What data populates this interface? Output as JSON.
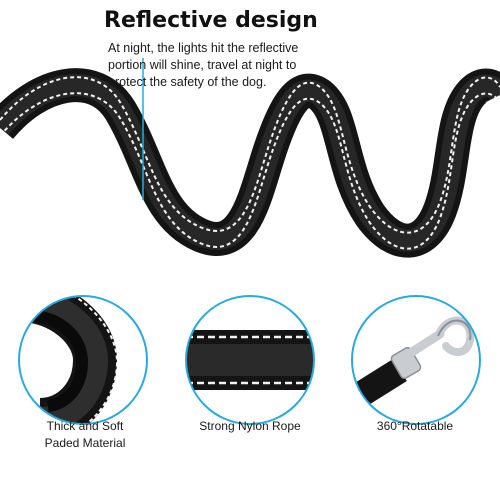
{
  "heading": {
    "title": "Reflective design",
    "description_lines": [
      "At night, the lights hit the reflective",
      "portion will shine, travel at night to",
      "protect the safety of the dog."
    ]
  },
  "features": [
    {
      "caption_lines": [
        "Thick and Soft",
        "Paded Material"
      ]
    },
    {
      "caption_lines": [
        "Strong Nylon Rope"
      ]
    },
    {
      "caption_lines": [
        "360°Rotatable"
      ]
    }
  ],
  "colors": {
    "leash": "#141414",
    "leash_highlight": "#3a3a3a",
    "reflective_stitch": "#f2f2f2",
    "accent_circle": "#29a9e0",
    "pointer_line": "#29a9e0",
    "metal": "#c9cdd2"
  }
}
